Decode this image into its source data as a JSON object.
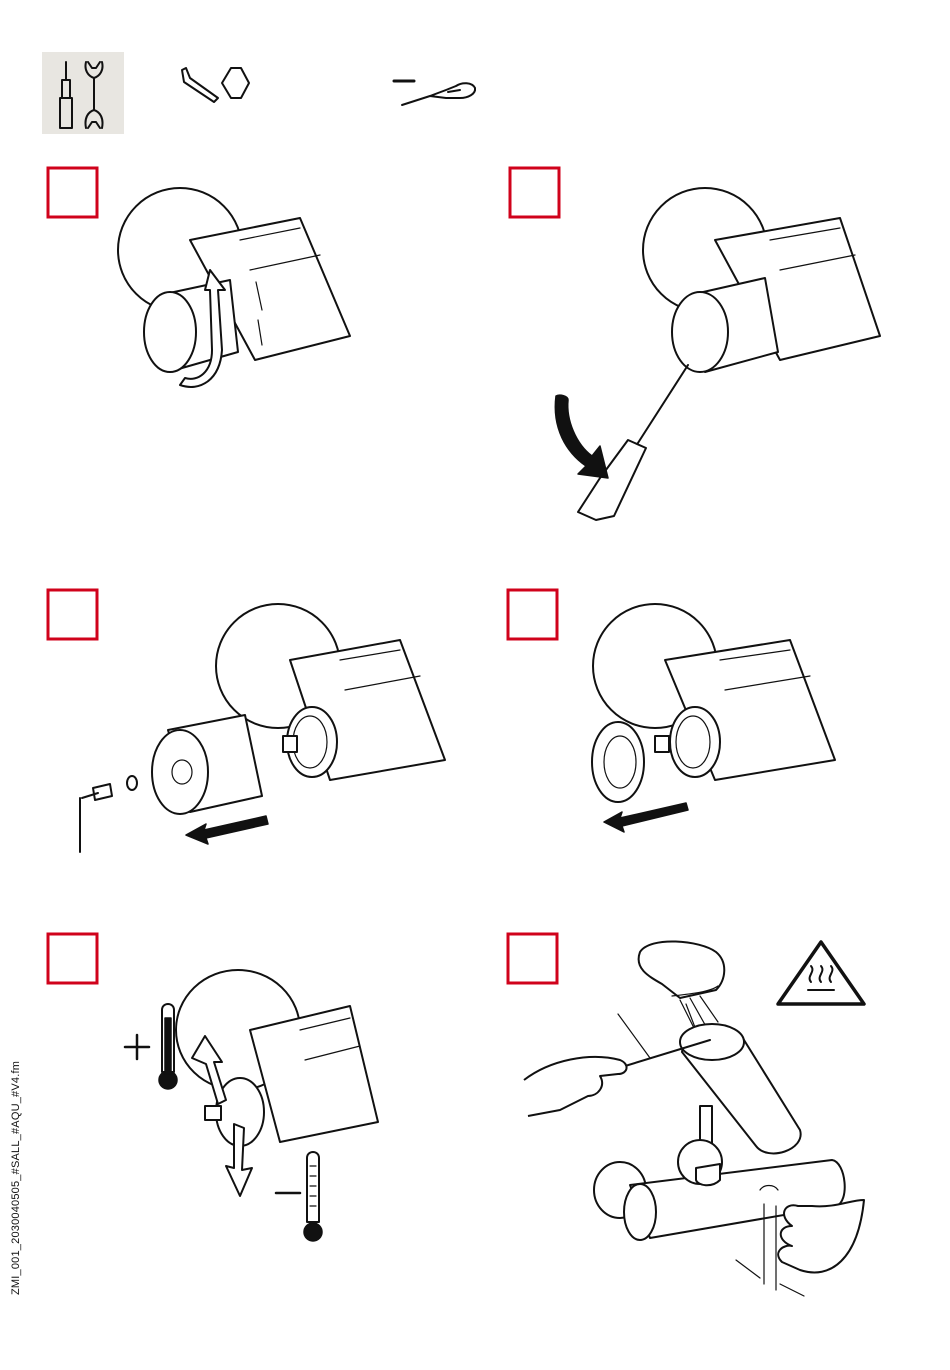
{
  "document": {
    "side_code": "ZMI_001_2030040505_#SALL_#AQU_#V4.fm"
  },
  "tools": {
    "icons": [
      "tools-icon",
      "hex-key-icon",
      "flat-screwdriver-icon"
    ],
    "badge_color": "#e8e6e1"
  },
  "steps": [
    {
      "name": "step-1",
      "illustration": "rotate-handle"
    },
    {
      "name": "step-2",
      "illustration": "pry-off-cap-with-screwdriver"
    },
    {
      "name": "step-3",
      "illustration": "unscrew-and-remove-handle"
    },
    {
      "name": "step-4",
      "illustration": "remove-adapter-ring"
    },
    {
      "name": "step-5",
      "illustration": "adjust-temperature"
    },
    {
      "name": "step-6",
      "illustration": "measure-water-temperature"
    }
  ],
  "colors": {
    "step_box": "#d0021b",
    "line": "#111111",
    "background": "#ffffff"
  }
}
